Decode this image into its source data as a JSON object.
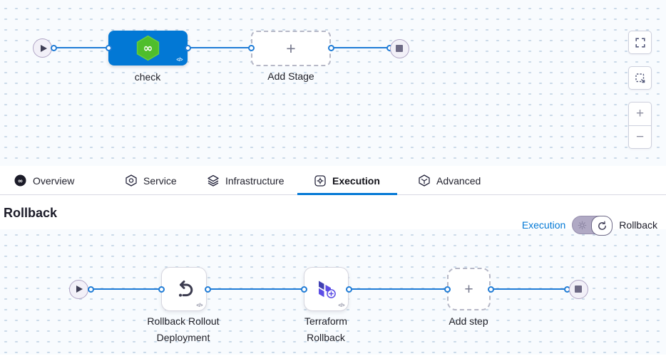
{
  "colors": {
    "accent_blue": "#0278d5",
    "connector_blue": "#1f7cd6",
    "stage_blue": "#0278d5",
    "harness_green": "#4fbe2c",
    "terraform_purple": "#5c4ee5",
    "canvas_dot": "#c9d9e8"
  },
  "stage_pipeline": {
    "stage": {
      "label": "check",
      "icon": "harness-cd-icon",
      "code_glyph": "</>"
    },
    "add_stage": {
      "label": "Add Stage",
      "plus_glyph": "+"
    }
  },
  "canvas_controls": {
    "buttons": [
      {
        "name": "fullscreen"
      },
      {
        "name": "marquee-select"
      },
      {
        "name": "zoom-in",
        "glyph": "+"
      },
      {
        "name": "zoom-out",
        "glyph": "−"
      }
    ]
  },
  "tabs": {
    "active": "Execution",
    "items": [
      {
        "label": "Overview",
        "icon": "overview-icon"
      },
      {
        "label": "Service",
        "icon": "service-icon"
      },
      {
        "label": "Infrastructure",
        "icon": "infrastructure-icon"
      },
      {
        "label": "Execution",
        "icon": "execution-icon"
      },
      {
        "label": "Advanced",
        "icon": "advanced-icon"
      }
    ]
  },
  "rollback_section": {
    "title": "Rollback",
    "view_toggle": {
      "execution_label": "Execution",
      "rollback_label": "Rollback",
      "selected": "Rollback"
    }
  },
  "execution_pipeline": {
    "steps": [
      {
        "label_line1": "Rollback Rollout",
        "label_line2": "Deployment",
        "icon": "rollback-step-icon",
        "code_glyph": "</>"
      },
      {
        "label_line1": "Terraform",
        "label_line2": "Rollback",
        "icon": "terraform-icon",
        "code_glyph": "</>"
      }
    ],
    "add_step": {
      "label": "Add step",
      "plus_glyph": "+"
    }
  }
}
